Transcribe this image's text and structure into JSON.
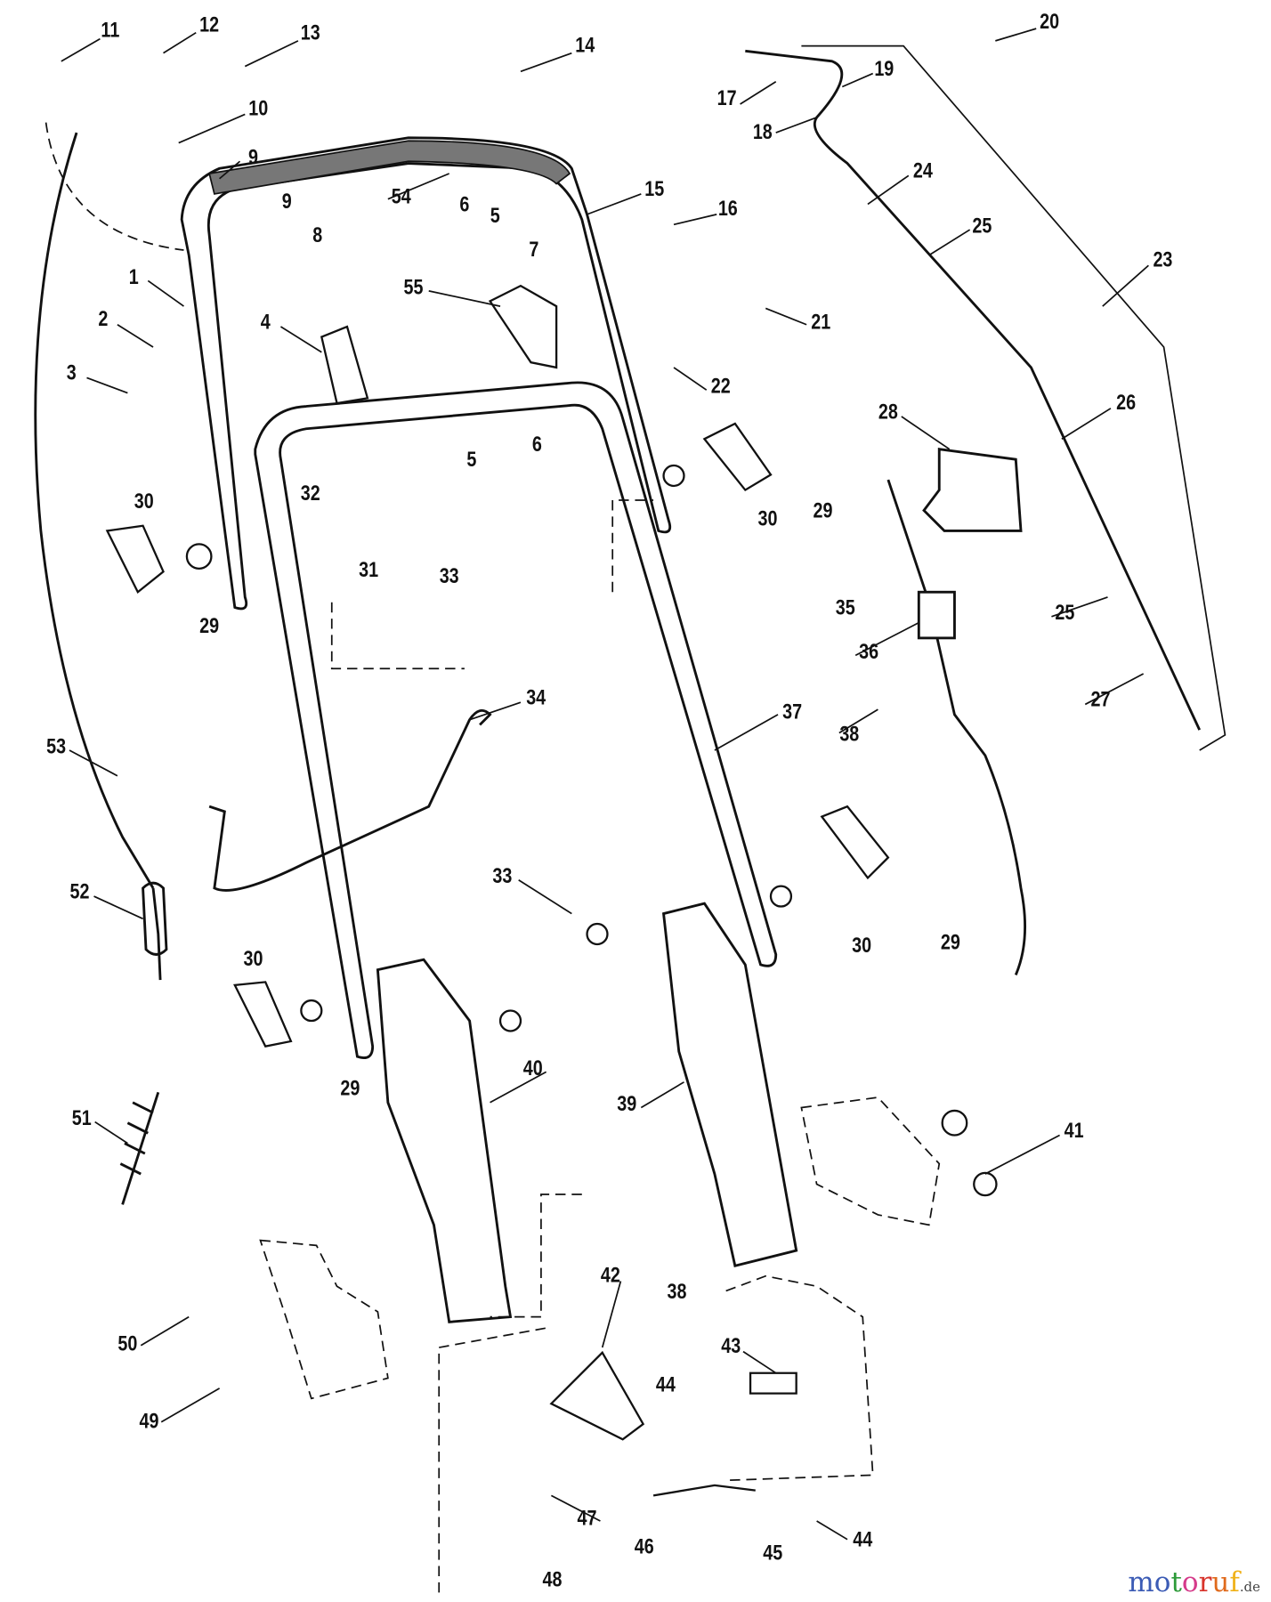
{
  "diagram": {
    "callouts": [
      "11",
      "12",
      "13",
      "14",
      "20",
      "17",
      "19",
      "18",
      "10",
      "9",
      "54",
      "9",
      "6",
      "5",
      "15",
      "16",
      "8",
      "7",
      "24",
      "25",
      "23",
      "1",
      "55",
      "2",
      "4",
      "21",
      "3",
      "22",
      "5",
      "6",
      "28",
      "26",
      "30",
      "32",
      "30",
      "29",
      "31",
      "33",
      "29",
      "35",
      "36",
      "25",
      "34",
      "37",
      "27",
      "38",
      "53",
      "33",
      "52",
      "30",
      "29",
      "30",
      "40",
      "29",
      "39",
      "41",
      "51",
      "50",
      "42",
      "38",
      "43",
      "44",
      "49",
      "47",
      "44",
      "46",
      "45",
      "48"
    ]
  },
  "watermark": {
    "text": "motoruf",
    "suffix": ".de",
    "colors": [
      "#3b5bb5",
      "#3b5bb5",
      "#2e9b3a",
      "#d53a8a",
      "#d8342c",
      "#e06a1c",
      "#f0b21a"
    ]
  }
}
